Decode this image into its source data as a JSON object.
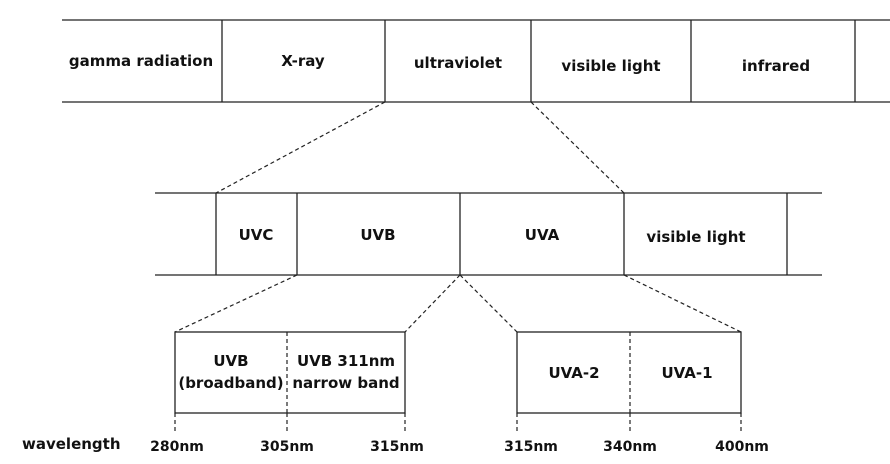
{
  "spectrum": {
    "bands": [
      "gamma radiation",
      "X-ray",
      "ultraviolet",
      "visible light",
      "infrared"
    ]
  },
  "uv": {
    "bands": [
      "UVC",
      "UVB",
      "UVA",
      "visible light"
    ]
  },
  "uvb_detail": {
    "broadband": [
      "UVB",
      "(broadband)"
    ],
    "narrowband": [
      "UVB 311nm",
      "narrow band"
    ]
  },
  "uva_detail": {
    "bands": [
      "UVA-2",
      "UVA-1"
    ]
  },
  "wavelength": {
    "label": "wavelength",
    "ticks": [
      "280nm",
      "305nm",
      "315nm",
      "315nm",
      "340nm",
      "400nm"
    ]
  }
}
